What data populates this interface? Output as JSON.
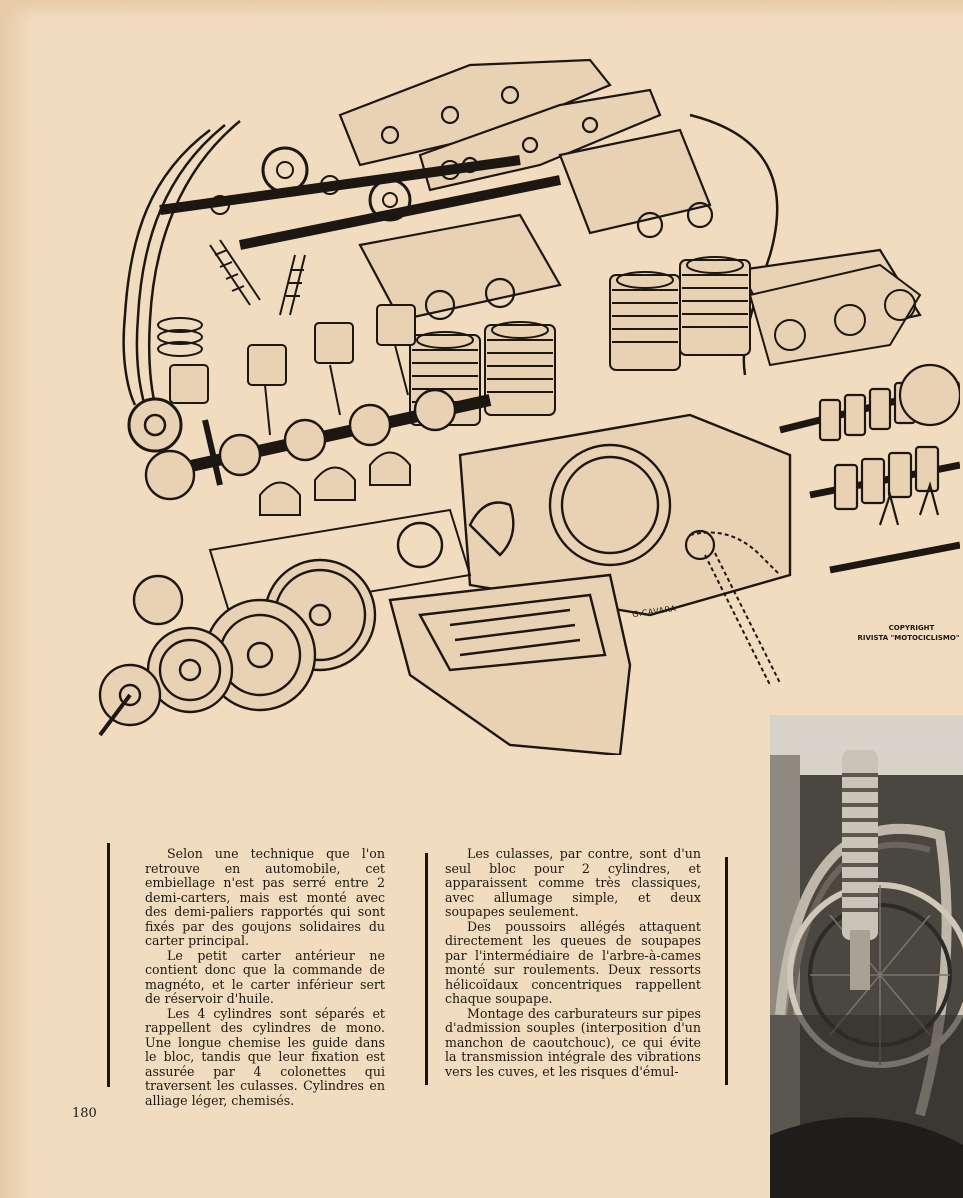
{
  "illustration": {
    "signature": "G.CAVARA",
    "copyright_label": "COPYRIGHT",
    "copyright_source": "RIVISTA \"MOTOCICLISMO\""
  },
  "article": {
    "column_left": [
      "Selon une technique que l'on retrouve en automobile, cet embiellage n'est pas serré entre 2 demi-carters, mais est monté avec des demi-paliers rapportés qui sont fixés par des goujons solidaires du carter principal.",
      "Le petit carter antérieur ne contient donc que la commande de magnéto, et le carter inférieur sert de réservoir d'huile.",
      "Les 4 cylindres sont séparés et rappellent des cylindres de mono. Une longue chemise les guide dans le bloc, tandis que leur fixation est assurée par 4 colonettes qui traversent les culasses. Cylindres en alliage léger, chemisés."
    ],
    "column_right": [
      "Les culasses, par contre, sont d'un seul bloc pour 2 cylindres, et apparaissent comme très classiques, avec allumage simple, et deux soupapes seulement.",
      "Des poussoirs allégés attaquent directement les queues de soupapes par l'intermédiaire de l'arbre-à-cames monté sur roulements. Deux ressorts hélicoïdaux concentriques rappellent chaque soupape.",
      "Montage des carburateurs sur pipes d'admission souples (interposition d'un manchon de caoutchouc), ce qui évite la transmission intégrale des vibrations vers les cuves, et les risques d'émul-"
    ]
  },
  "page_number": "180",
  "colors": {
    "paper": "#f2dcc0",
    "ink": "#1c1712"
  }
}
